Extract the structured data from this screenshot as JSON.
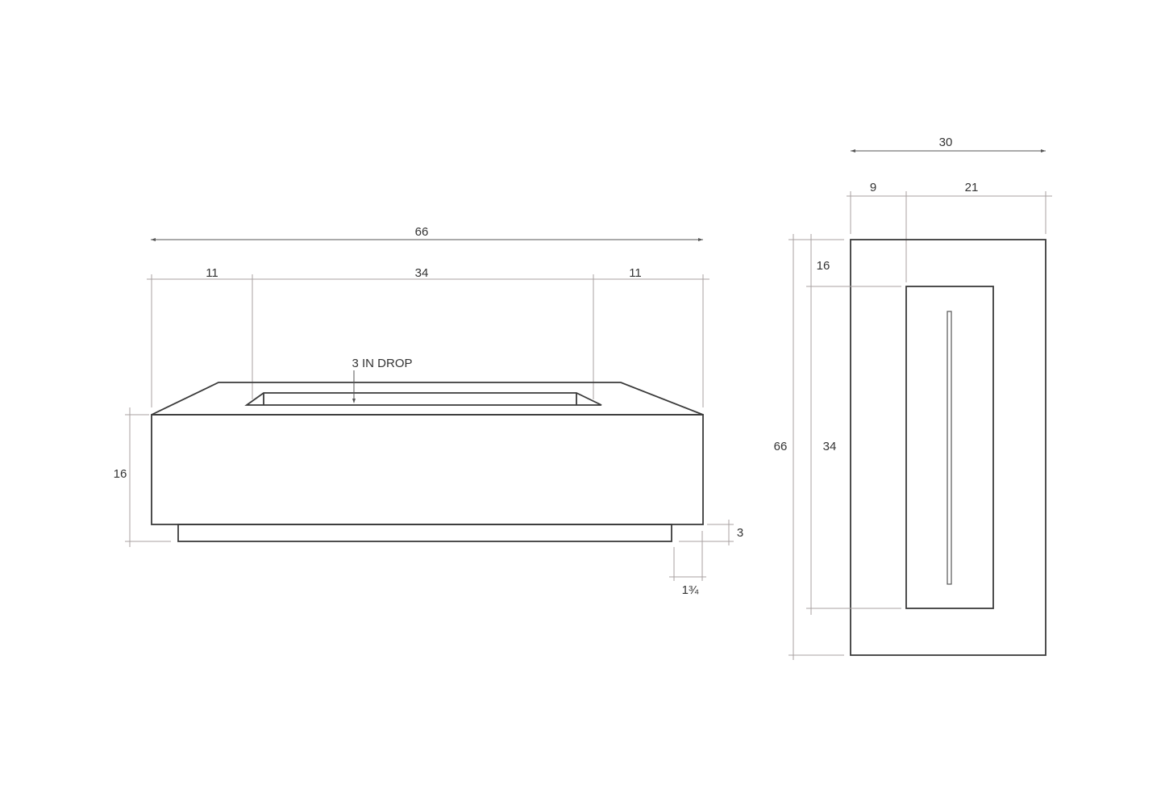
{
  "diagram": {
    "type": "technical-drawing",
    "front_view": {
      "overall_width": "66",
      "left_segment": "11",
      "middle_segment": "34",
      "right_segment": "11",
      "drop_label": "3 IN DROP",
      "height": "16",
      "base_height": "3",
      "base_inset": "1¾"
    },
    "top_view": {
      "overall_width": "30",
      "left_offset": "9",
      "right_segment": "21",
      "overall_length": "66",
      "top_offset": "16",
      "burner_length": "34"
    }
  }
}
